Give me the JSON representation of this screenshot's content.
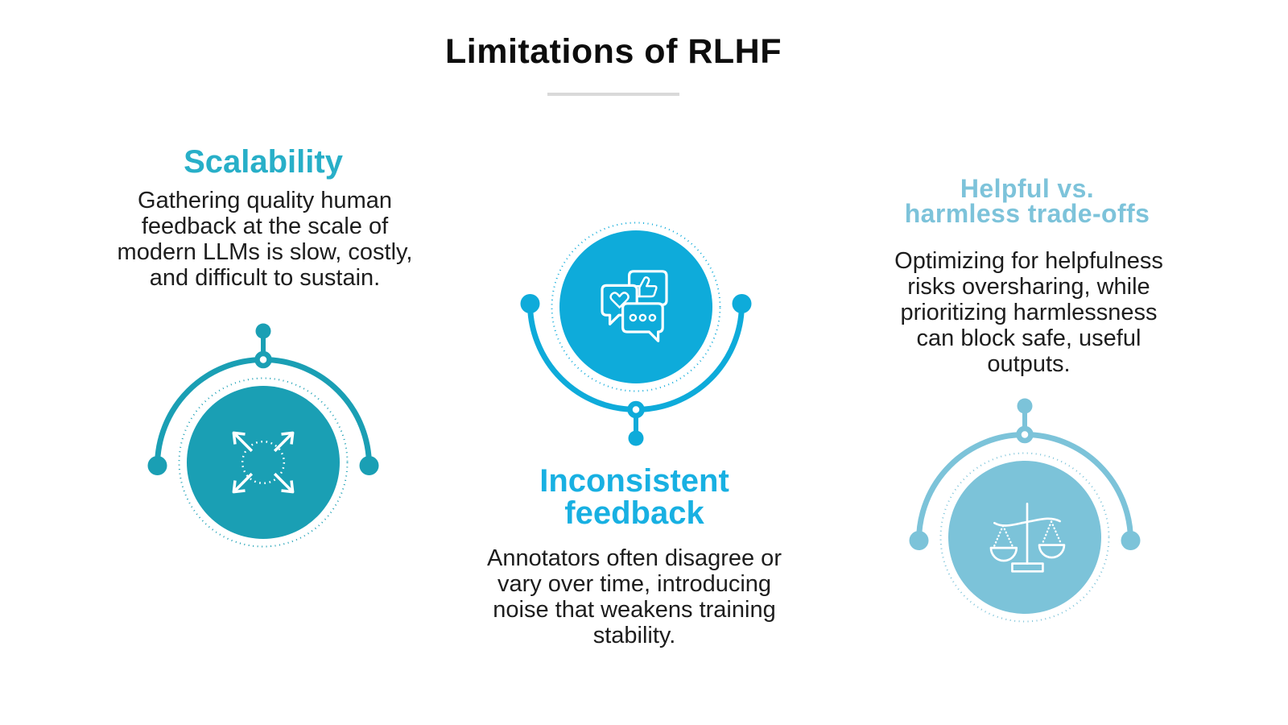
{
  "title": "Limitations of RLHF",
  "colors": {
    "teal": "#1a9fb4",
    "cyan": "#0eabda",
    "light-blue": "#7cc3d9",
    "heading-teal": "#28afc8",
    "heading-cyan": "#18b0e2",
    "heading-light-blue": "#7dc3da",
    "title-color": "#0d0d0d",
    "body-color": "#1d1d1d",
    "divider-color": "#d9d9d9"
  },
  "sections": [
    {
      "heading": "Scalability",
      "heading_lines": [
        "Scalability"
      ],
      "body": "Gathering quality human feedback at the scale of modern LLMs is slow, costly, and difficult to sustain.",
      "body_lines": [
        "Gathering quality human",
        "feedback at the scale of",
        "modern LLMs is slow, costly,",
        "and difficult to sustain."
      ],
      "icon": "expand-arrows-icon"
    },
    {
      "heading": "Inconsistent feedback",
      "heading_lines": [
        "Inconsistent",
        "feedback"
      ],
      "body": "Annotators often disagree or vary over time, introducing noise that weakens training stability.",
      "body_lines": [
        "Annotators often disagree or",
        "vary over time, introducing",
        "noise that weakens training",
        "stability."
      ],
      "icon": "chat-feedback-icon"
    },
    {
      "heading": "Helpful vs. harmless trade-offs",
      "heading_lines": [
        "Helpful vs.",
        "harmless trade-offs"
      ],
      "body": "Optimizing for helpfulness risks oversharing, while prioritizing harmlessness can block safe, useful outputs.",
      "body_lines": [
        "Optimizing for helpfulness",
        "risks oversharing, while",
        "prioritizing harmlessness",
        "can block safe, useful",
        "outputs."
      ],
      "icon": "balance-scale-icon"
    }
  ]
}
